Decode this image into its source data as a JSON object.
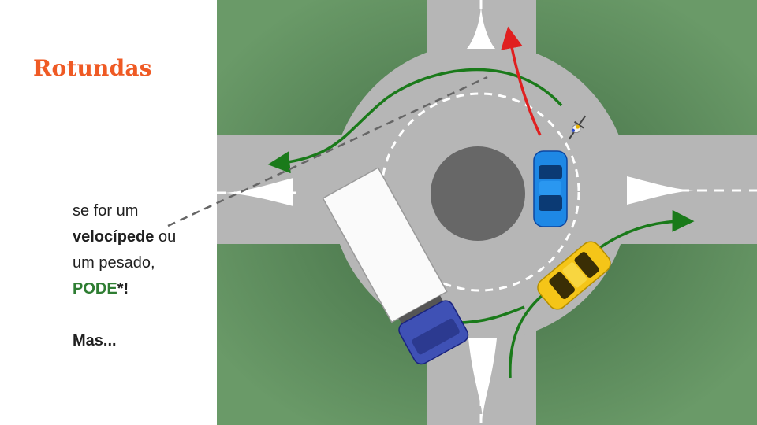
{
  "slide": {
    "title": "Rotundas",
    "text": {
      "l1": "se for um",
      "l2_bold": "velocípede",
      "l2_rest": " ou",
      "l3": "um pesado,",
      "l4_green": "PODE",
      "l4_rest": "*!",
      "l5": "Mas..."
    }
  },
  "colors": {
    "title": "#ef5a24",
    "pode": "#2e7d32",
    "grass": "#5f8c5e",
    "road": "#b4b4b4",
    "island": "#6a6a6a",
    "path_green": "#1a7a1a",
    "path_red": "#e02020",
    "car_blue": "#1e88e5",
    "car_yellow": "#f5c518",
    "truck_cab": "#3f51b5"
  },
  "icons": {
    "cyclist": "bicycle-rider-icon"
  }
}
